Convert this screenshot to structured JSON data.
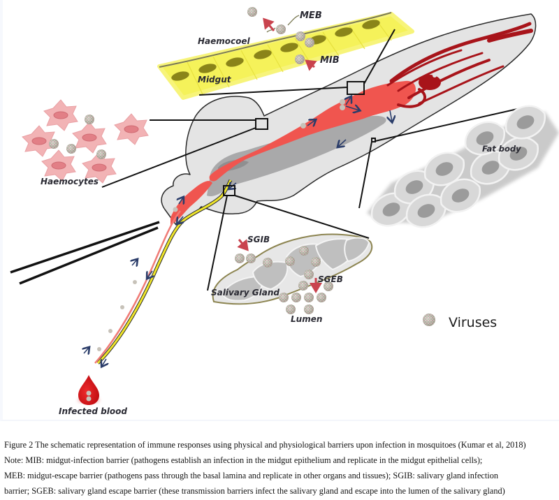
{
  "figure": {
    "labels": {
      "haemocoel": "Haemocoel",
      "midgut": "Midgut",
      "meb": "MEB",
      "mib": "MIB",
      "haemocytes": "Haemocytes",
      "fat_body": "Fat body",
      "sgib": "SGIB",
      "sgeb": "SGEB",
      "salivary_gland": "Salivary Gland",
      "lumen": "Lumen",
      "infected_blood": "Infected blood"
    },
    "legend": {
      "virus_label": "Viruses",
      "icon": "virus-particle-icon"
    },
    "colors": {
      "midgut_cells": "#f5f25a",
      "nucleus_olive": "#8a8419",
      "haemocyte_pink": "#f2b3b5",
      "gut_red": "#f0554f",
      "ovary_darkred": "#a8141a",
      "body_grey": "#e4e4e4",
      "organ_grey": "#a9a9aa",
      "salivary_yellow": "#efe52a",
      "arrow_red": "#c9434e",
      "arrow_navy": "#2b3d6a",
      "blood_red": "#d41418"
    }
  },
  "caption": {
    "line1": "Figure 2 The schematic representation of immune responses using physical and physiological barriers upon infection in mosquitoes (Kumar et al, 2018)",
    "line2": "Note: MIB: midgut-infection barrier (pathogens establish an infection in the midgut epithelium and replicate in the midgut epithelial cells);",
    "line3": "MEB: midgut-escape barrier (pathogens pass through the basal lamina and replicate in other organs and tissues); SGIB: salivary gland infection",
    "line4": "barrier; SGEB: salivary gland escape barrier (these transmission barriers infect the salivary gland and escape into the lumen of the salivary gland)"
  }
}
